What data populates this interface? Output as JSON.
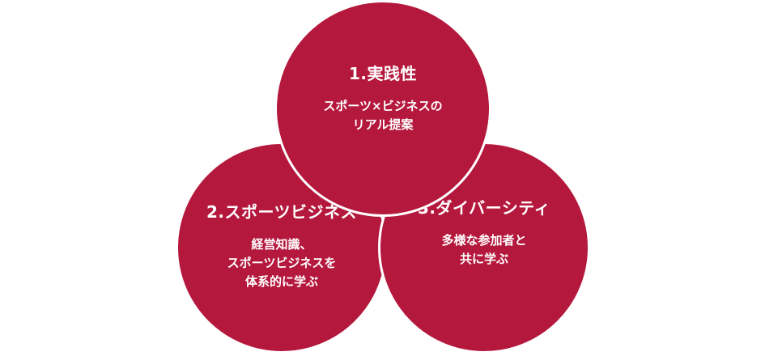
{
  "colors": {
    "circle_fill": "#b5183d",
    "circle_border": "#ffffff",
    "text": "#ffffff",
    "background": "#ffffff"
  },
  "circles": [
    {
      "title": "1.実践性",
      "lines": [
        "スポーツ×ビジネスの",
        "リアル提案"
      ]
    },
    {
      "title": "2.スポーツビジネス",
      "lines": [
        "経営知識、",
        "スポーツビジネスを",
        "体系的に学ぶ"
      ]
    },
    {
      "title": "3.ダイバーシティ",
      "lines": [
        "多様な参加者と",
        "共に学ぶ"
      ]
    }
  ]
}
